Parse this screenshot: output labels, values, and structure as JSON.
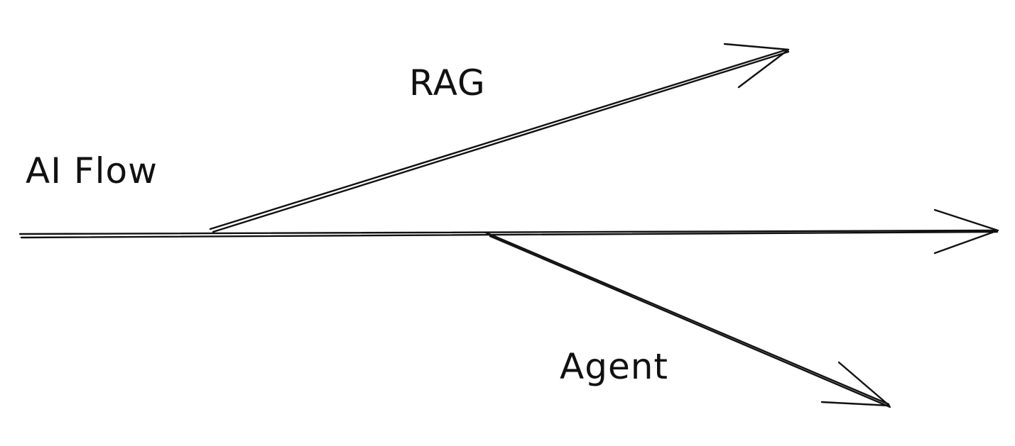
{
  "diagram": {
    "nodes": [
      {
        "id": "main",
        "label": "AI Flow"
      },
      {
        "id": "rag",
        "label": "RAG"
      },
      {
        "id": "agent",
        "label": "Agent"
      }
    ],
    "edges": [
      {
        "from": "main",
        "to": "rag",
        "kind": "branch"
      },
      {
        "from": "main",
        "to": "agent",
        "kind": "branch"
      }
    ]
  },
  "style": {
    "ink": "#111111",
    "background": "#ffffff"
  }
}
